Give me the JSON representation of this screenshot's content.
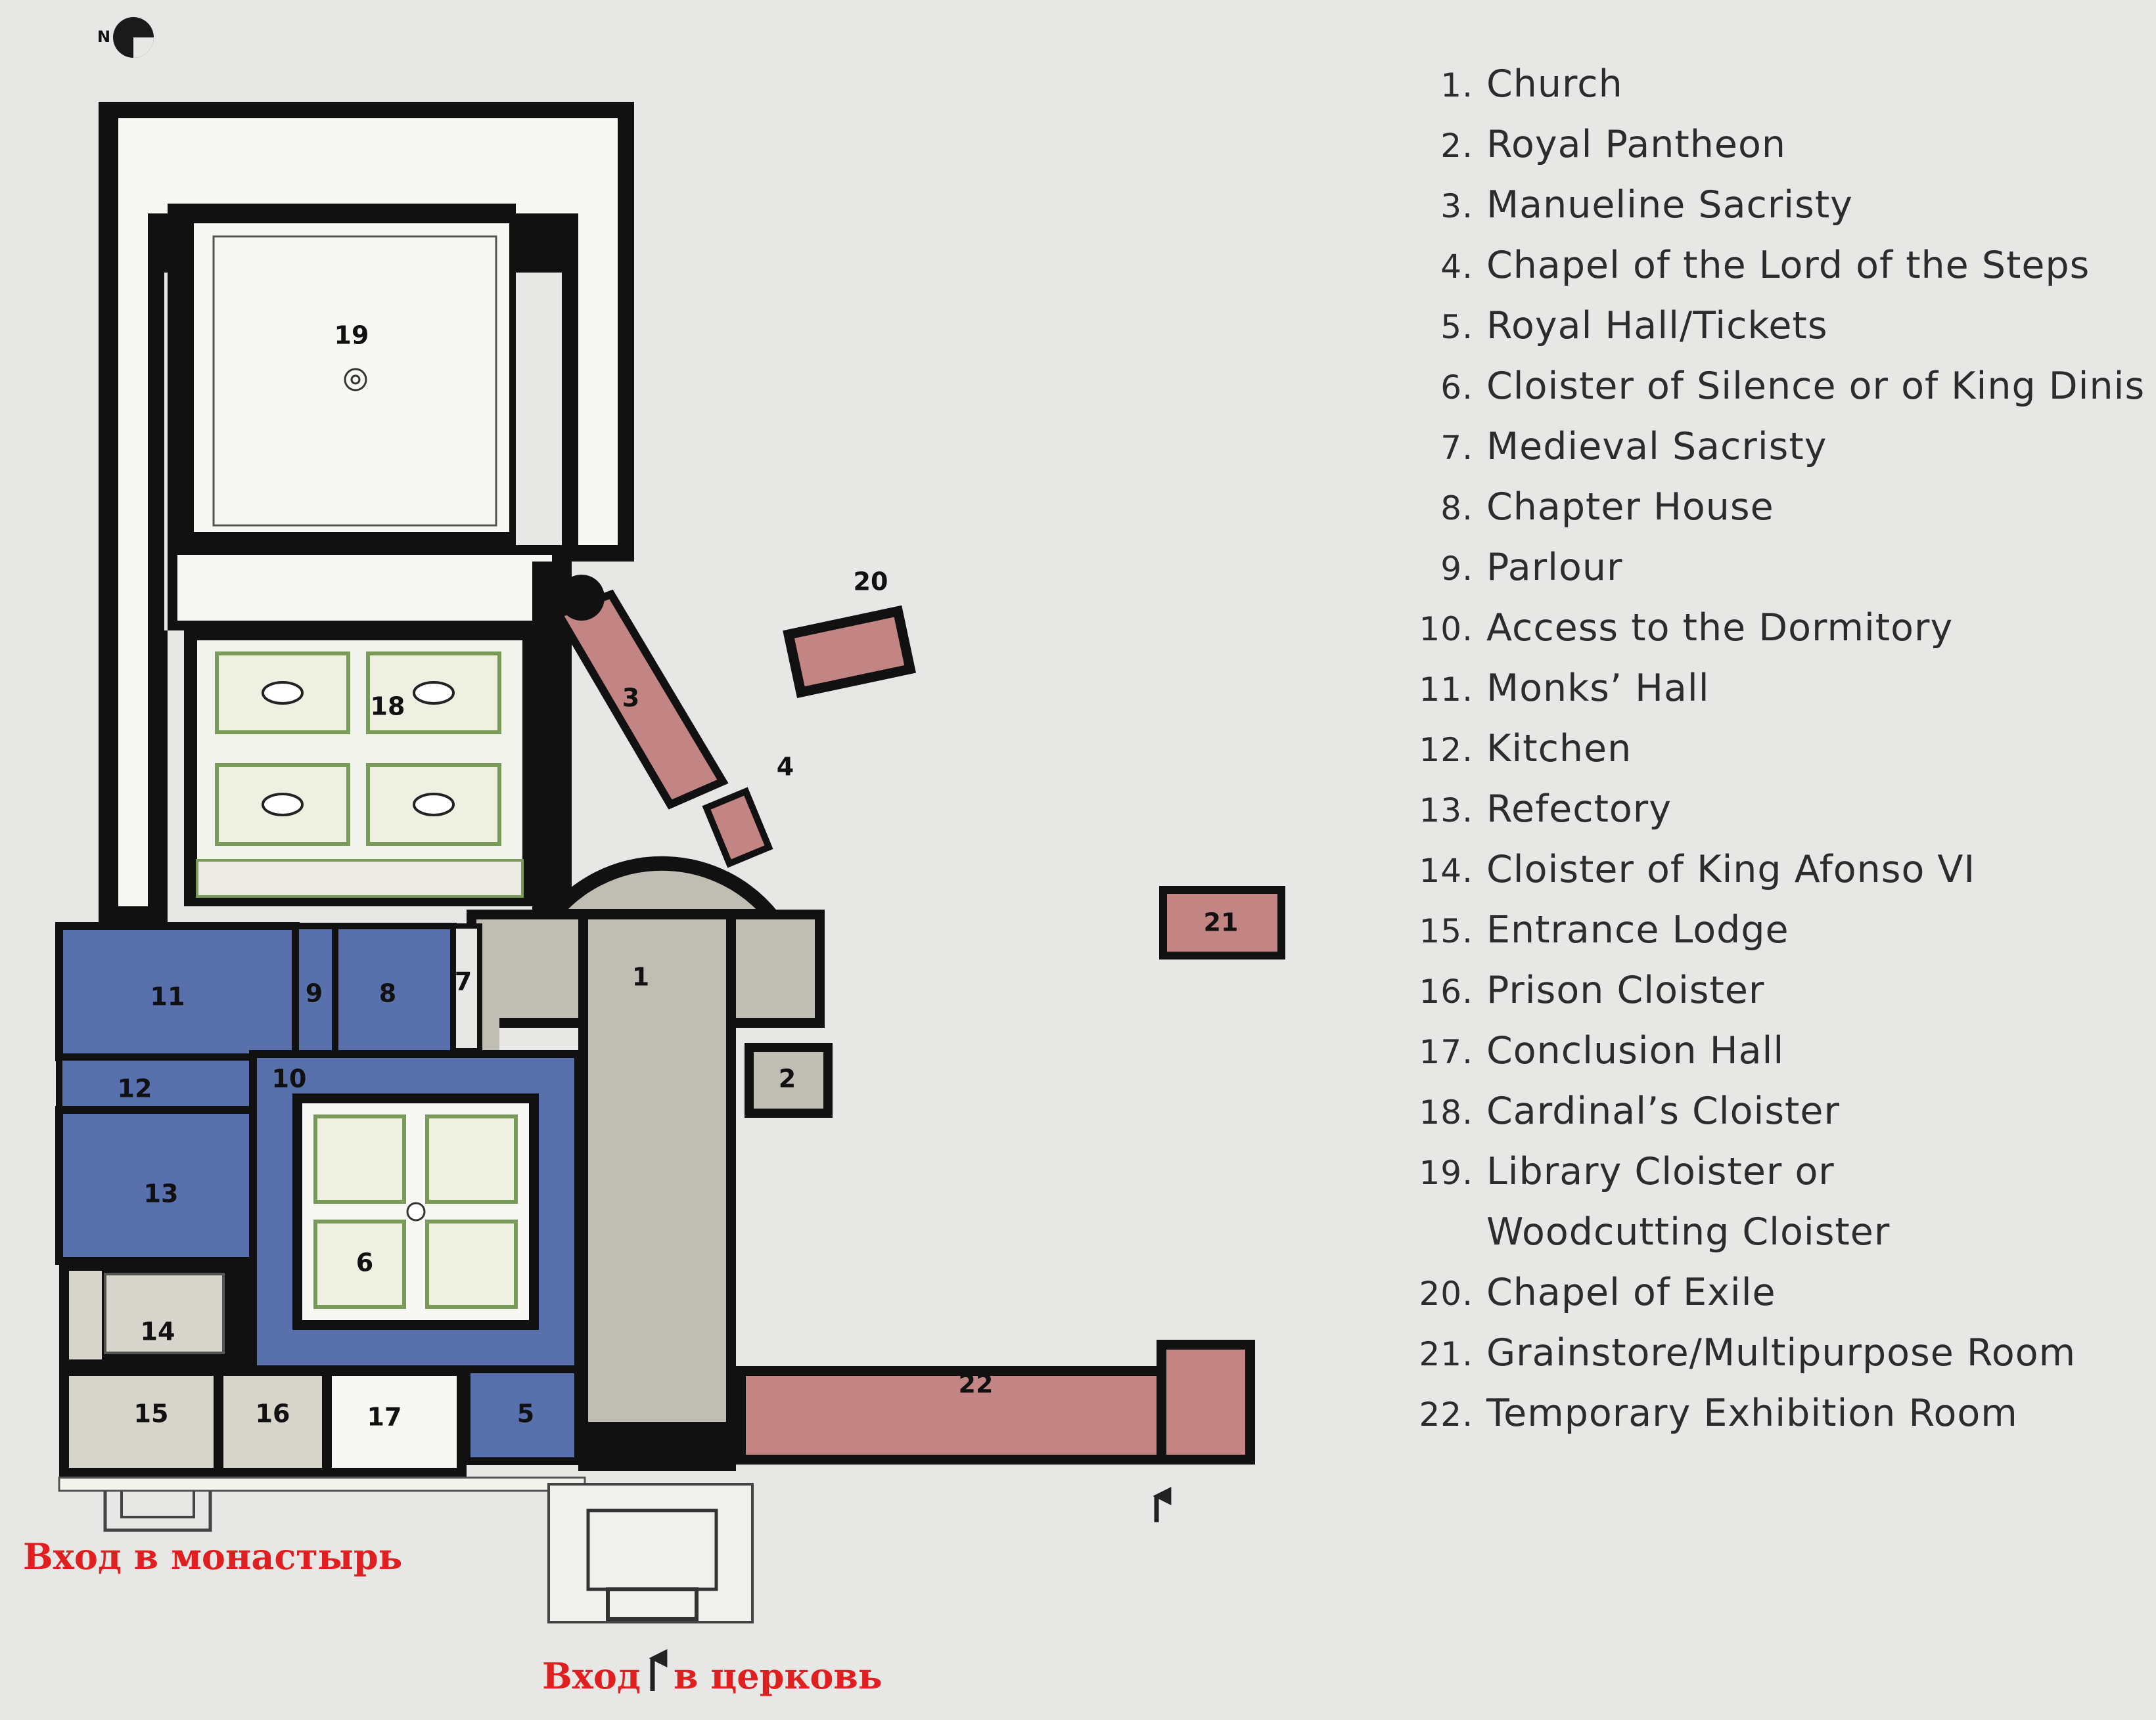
{
  "compass": {
    "label": "N"
  },
  "legend": [
    {
      "num": "1.",
      "text": "Church"
    },
    {
      "num": "2.",
      "text": "Royal Pantheon"
    },
    {
      "num": "3.",
      "text": "Manueline Sacristy"
    },
    {
      "num": "4.",
      "text": "Chapel of the Lord of the Steps"
    },
    {
      "num": "5.",
      "text": "Royal Hall/Tickets"
    },
    {
      "num": "6.",
      "text": "Cloister of Silence or of King Dinis"
    },
    {
      "num": "7.",
      "text": "Medieval Sacristy"
    },
    {
      "num": "8.",
      "text": "Chapter House"
    },
    {
      "num": "9.",
      "text": "Parlour"
    },
    {
      "num": "10.",
      "text": "Access to the Dormitory"
    },
    {
      "num": "11.",
      "text": "Monks’ Hall"
    },
    {
      "num": "12.",
      "text": "Kitchen"
    },
    {
      "num": "13.",
      "text": "Refectory"
    },
    {
      "num": "14.",
      "text": "Cloister of King Afonso VI"
    },
    {
      "num": "15.",
      "text": "Entrance Lodge"
    },
    {
      "num": "16.",
      "text": "Prison Cloister"
    },
    {
      "num": "17.",
      "text": "Conclusion Hall"
    },
    {
      "num": "18.",
      "text": "Cardinal’s Cloister"
    },
    {
      "num": "19.",
      "text": "Library Cloister or",
      "cont": "Woodcutting Cloister"
    },
    {
      "num": "20.",
      "text": "Chapel of Exile"
    },
    {
      "num": "21.",
      "text": "Grainstore/Multipurpose Room"
    },
    {
      "num": "22.",
      "text": "Temporary Exhibition Room"
    }
  ],
  "plan_labels": {
    "l1": "1",
    "l2": "2",
    "l3": "3",
    "l4": "4",
    "l5": "5",
    "l6": "6",
    "l7": "7",
    "l8": "8",
    "l9": "9",
    "l10": "10",
    "l11": "11",
    "l12": "12",
    "l13": "13",
    "l14": "14",
    "l15": "15",
    "l16": "16",
    "l17": "17",
    "l18": "18",
    "l19": "19",
    "l20": "20",
    "l21": "21",
    "l22": "22"
  },
  "annotations": {
    "monastery_entrance": "Вход в монастырь",
    "church_entrance_left": "Вход",
    "church_entrance_right": "в церковь"
  },
  "colors": {
    "blue_zone": "#5870ac",
    "red_zone": "#c28584",
    "grey_zone": "#c0bdb5",
    "annotation": "#e02020"
  }
}
